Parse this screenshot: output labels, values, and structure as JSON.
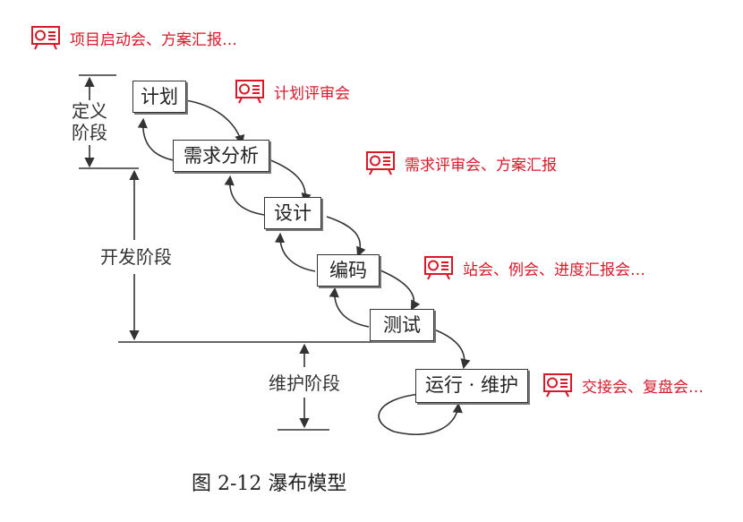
{
  "stages": [
    {
      "label": "计划"
    },
    {
      "label": "需求分析"
    },
    {
      "label": "设计"
    },
    {
      "label": "编码"
    },
    {
      "label": "测试"
    },
    {
      "label": "运行 · 维护"
    }
  ],
  "phases": {
    "define_line1": "定义",
    "define_line2": "阶段",
    "develop": "开发阶段",
    "maintain": "维护阶段"
  },
  "meetings": [
    {
      "text": "项目启动会、方案汇报…",
      "icon": "meeting-board-icon"
    },
    {
      "text": "计划评审会",
      "icon": "meeting-board-icon"
    },
    {
      "text": "需求评审会、方案汇报",
      "icon": "meeting-board-icon"
    },
    {
      "text": "站会、例会、进度汇报会…",
      "icon": "meeting-board-icon"
    },
    {
      "text": "交接会、复盘会…",
      "icon": "meeting-board-icon"
    }
  ],
  "caption": "图 2-12    瀑布模型",
  "colors": {
    "accent": "#d7192a",
    "line": "#333333"
  }
}
